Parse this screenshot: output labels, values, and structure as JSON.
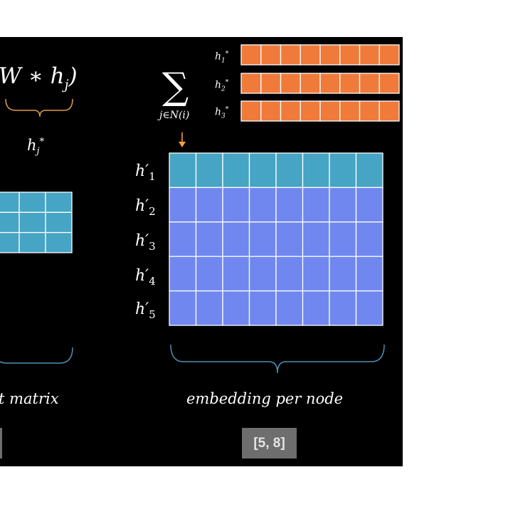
{
  "formula": {
    "text": "W ∗ h",
    "subscript": "j",
    "close": ")"
  },
  "brace_label": {
    "base": "h",
    "sub": "j",
    "sup": "*"
  },
  "aggregation": {
    "symbol": "∑",
    "subscript": "j∈N(i)",
    "neighbors": [
      {
        "base": "h",
        "sub": "1",
        "sup": "*"
      },
      {
        "base": "h",
        "sub": "2",
        "sup": "*"
      },
      {
        "base": "h",
        "sub": "3",
        "sup": "*"
      }
    ],
    "neighbor_cells": 8
  },
  "embedding_matrix": {
    "rows": [
      {
        "base": "h′",
        "sub": "1"
      },
      {
        "base": "h′",
        "sub": "2"
      },
      {
        "base": "h′",
        "sub": "3"
      },
      {
        "base": "h′",
        "sub": "4"
      },
      {
        "base": "h′",
        "sub": "5"
      }
    ],
    "columns": 8,
    "shape": "[5, 8]"
  },
  "weight_matrix": {
    "visible_columns": 3,
    "visible_rows": 3
  },
  "captions": {
    "left": "t matrix",
    "right": "embedding per node"
  },
  "colors": {
    "background": "#000000",
    "neighbor_fill": "#f07a3a",
    "updated_row": "#46a4c4",
    "embedding_fill": "#6f87ef",
    "weight_fill": "#46a4c4",
    "brace_orange": "#e39a4a",
    "brace_blue": "#4f8fb2",
    "arrow_orange": "#f0a040",
    "badge": "#6e6e6e"
  }
}
